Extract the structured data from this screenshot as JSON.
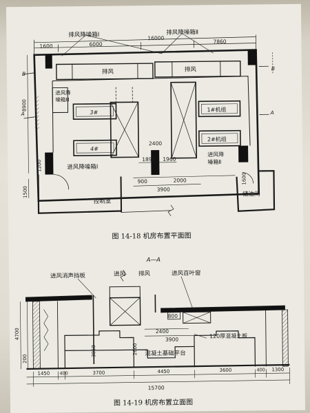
{
  "plan": {
    "caption": "图 14-18   机房布置平面图",
    "labels": {
      "silencer_1_top": "排风降噪箱Ⅰ",
      "silencer_2_top": "排风降噪箱Ⅱ",
      "exhaust_left": "排风",
      "exhaust_right": "排风",
      "intake_silencer_3_line1": "进风降",
      "intake_silencer_3_line2": "噪箱Ⅲ",
      "unit3": "3#",
      "unit4": "4#",
      "unit1": "1#机组",
      "unit2": "2#机组",
      "intake_silencer_1": "进风降噪箱Ⅰ",
      "intake_silencer_2_line1": "进风降",
      "intake_silencer_2_line2": "噪箱Ⅱ",
      "control_room": "控制室",
      "oil_room": "储油间",
      "section_a_left": "A",
      "section_a_right": "A",
      "section_b_left": "B",
      "section_b_right": "B"
    },
    "dims": {
      "d1600_top": "1600",
      "d6000": "6000",
      "d16000": "16000",
      "d7860": "7860",
      "d8900": "8900",
      "d1200": "1200",
      "d1500": "1500",
      "d2400": "2400",
      "d1890": "1890",
      "d1960": "1960",
      "d900": "900",
      "d2000": "2000",
      "d3900": "3900",
      "d1600_right": "1600"
    }
  },
  "elevation": {
    "title": "A—A",
    "caption": "图 14-19   机房布置立面图",
    "labels": {
      "intake_baffle": "进风消声挡板",
      "intake": "进风",
      "exhaust": "排风",
      "intake_louver": "进风百叶窗",
      "slab": "120厚混凝土板",
      "platform": "混凝土基础平台"
    },
    "dims": {
      "d4700": "4700",
      "d3050": "3050",
      "d2600": "2600",
      "d200": "200",
      "d800": "800",
      "d2400": "2400",
      "d3900": "3900",
      "d1450": "1450",
      "d400a": "400",
      "d3700": "3700",
      "d4450": "4450",
      "d3600": "3600",
      "d400b": "400",
      "d1300": "1300",
      "d15700": "15700"
    }
  }
}
